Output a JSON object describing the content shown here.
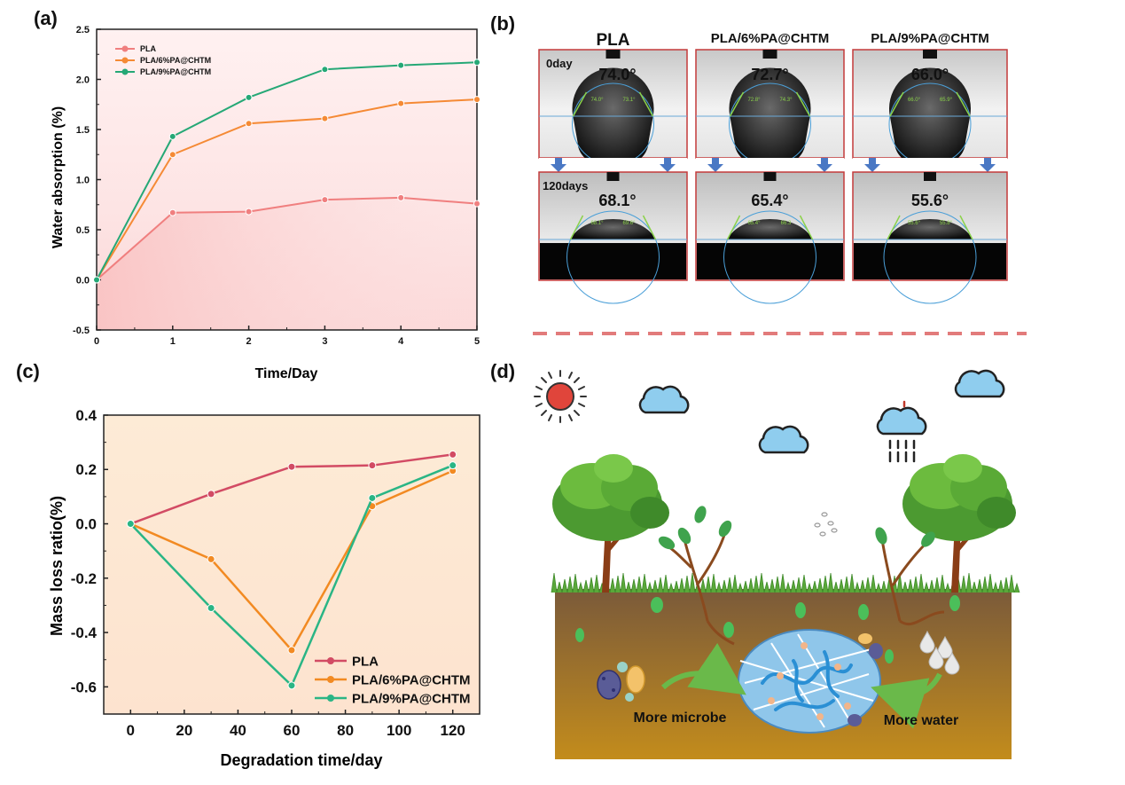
{
  "panels": {
    "a": "(a)",
    "b": "(b)",
    "c": "(c)",
    "d": "(d)"
  },
  "chart_data": [
    {
      "type": "line",
      "panel": "(a)",
      "xlabel": "Time/Day",
      "ylabel": "Water absorption (%)",
      "x": [
        0,
        1,
        2,
        3,
        4,
        5
      ],
      "xlim": [
        0,
        5
      ],
      "ylim": [
        -0.5,
        2.5
      ],
      "xticks": [
        "0",
        "1",
        "2",
        "3",
        "4",
        "5"
      ],
      "yticks": [
        "-0.5",
        "0.0",
        "0.5",
        "1.0",
        "1.5",
        "2.0",
        "2.5"
      ],
      "legend_position": "top-left",
      "grid": false,
      "background": "pink gradient",
      "series": [
        {
          "name": "PLA",
          "color": "#f07f7f",
          "values": [
            0.0,
            0.67,
            0.68,
            0.8,
            0.82,
            0.76
          ]
        },
        {
          "name": "PLA/6%PA@CHTM",
          "color": "#f58a35",
          "values": [
            0.0,
            1.25,
            1.56,
            1.61,
            1.76,
            1.8
          ]
        },
        {
          "name": "PLA/9%PA@CHTM",
          "color": "#25a876",
          "values": [
            0.0,
            1.43,
            1.82,
            2.1,
            2.14,
            2.17
          ]
        }
      ]
    },
    {
      "type": "line",
      "panel": "(c)",
      "xlabel": "Degradation time/day",
      "ylabel": "Mass loss ratio(%)",
      "x": [
        0,
        30,
        60,
        90,
        120
      ],
      "xlim": [
        -10,
        130
      ],
      "ylim": [
        -0.7,
        0.4
      ],
      "xticks": [
        "0",
        "20",
        "40",
        "60",
        "80",
        "100",
        "120"
      ],
      "yticks": [
        "-0.6",
        "-0.4",
        "-0.2",
        "0.0",
        "0.2",
        "0.4"
      ],
      "legend_position": "bottom-right",
      "grid": false,
      "background": "peach",
      "series": [
        {
          "name": "PLA",
          "color": "#d24b64",
          "values": [
            0.0,
            0.11,
            0.21,
            0.215,
            0.255
          ]
        },
        {
          "name": "PLA/6%PA@CHTM",
          "color": "#f28a22",
          "values": [
            0.0,
            -0.13,
            -0.465,
            0.065,
            0.195
          ]
        },
        {
          "name": "PLA/9%PA@CHTM",
          "color": "#2ab585",
          "values": [
            0.0,
            -0.31,
            -0.595,
            0.095,
            0.215
          ]
        }
      ]
    }
  ],
  "contact_angles": {
    "columns": [
      {
        "title": "PLA",
        "day0": "74.0°",
        "day120": "68.1°",
        "small_day0": [
          "74.0°",
          "73.1°"
        ],
        "small_day120": [
          "68.1°",
          "69.6°"
        ]
      },
      {
        "title": "PLA/6%PA@CHTM",
        "day0": "72.7°",
        "day120": "65.4°",
        "small_day0": [
          "72.8°",
          "74.3°"
        ],
        "small_day120": [
          "65.4°",
          "66.3"
        ]
      },
      {
        "title": "PLA/9%PA@CHTM",
        "day0": "66.0°",
        "day120": "55.6°",
        "small_day0": [
          "66.0°",
          "65.9°"
        ],
        "small_day120": [
          "55.6°",
          "55.8°"
        ]
      }
    ],
    "row_labels": {
      "day0": "0day",
      "day120": "120days"
    }
  },
  "illustration": {
    "microbe_label": "More microbe",
    "water_label": "More water"
  }
}
